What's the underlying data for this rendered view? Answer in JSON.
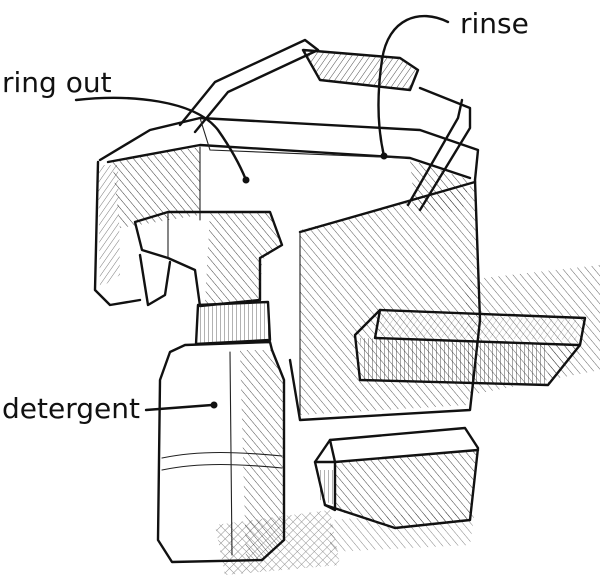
{
  "labels": {
    "rinse": "rinse",
    "ring_out": "ring out",
    "detergent": "detergent"
  },
  "colors": {
    "ink": "#111111",
    "paper": "#ffffff"
  }
}
